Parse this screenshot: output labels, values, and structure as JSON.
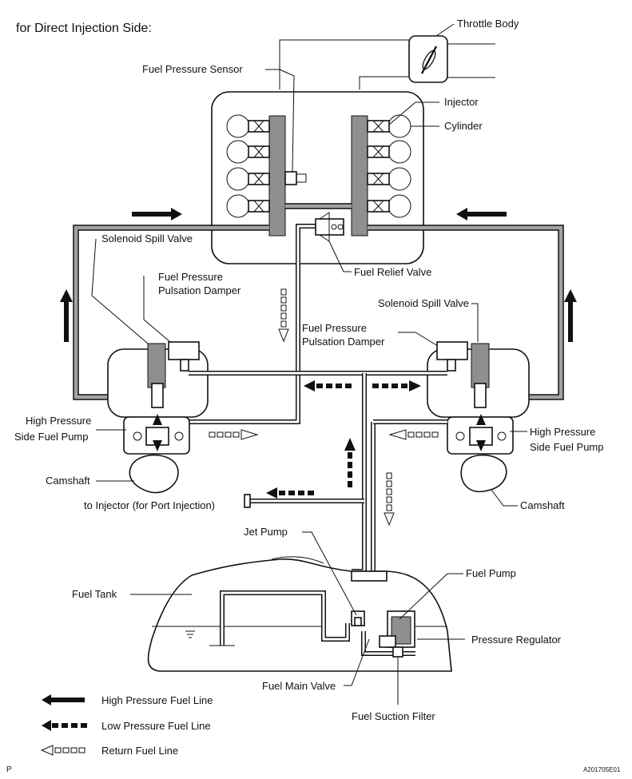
{
  "diagram": {
    "title": "for Direct Injection Side:",
    "labels": {
      "throttle_body": "Throttle Body",
      "fuel_pressure_sensor": "Fuel Pressure Sensor",
      "injector": "Injector",
      "cylinder": "Cylinder",
      "solenoid_spill_valve_left": "Solenoid Spill Valve",
      "solenoid_spill_valve_right": "Solenoid Spill Valve",
      "fuel_relief_valve": "Fuel Relief Valve",
      "damper_left_line1": "Fuel Pressure",
      "damper_left_line2": "Pulsation Damper",
      "damper_center_line1": "Fuel Pressure",
      "damper_center_line2": "Pulsation Damper",
      "hp_pump_left_line1": "High Pressure",
      "hp_pump_left_line2": "Side Fuel Pump",
      "hp_pump_right_line1": "High Pressure",
      "hp_pump_right_line2": "Side Fuel Pump",
      "camshaft_left": "Camshaft",
      "camshaft_right": "Camshaft",
      "to_port_injector": "to Injector (for Port Injection)",
      "jet_pump": "Jet Pump",
      "fuel_pump": "Fuel Pump",
      "fuel_tank": "Fuel Tank",
      "pressure_regulator": "Pressure Regulator",
      "fuel_main_valve": "Fuel Main Valve",
      "fuel_suction_filter": "Fuel Suction Filter"
    },
    "legend": {
      "high_pressure": "High Pressure Fuel Line",
      "low_pressure": "Low Pressure Fuel Line",
      "return": "Return Fuel Line"
    },
    "corner_left": "P",
    "corner_right": "A201705E01"
  }
}
